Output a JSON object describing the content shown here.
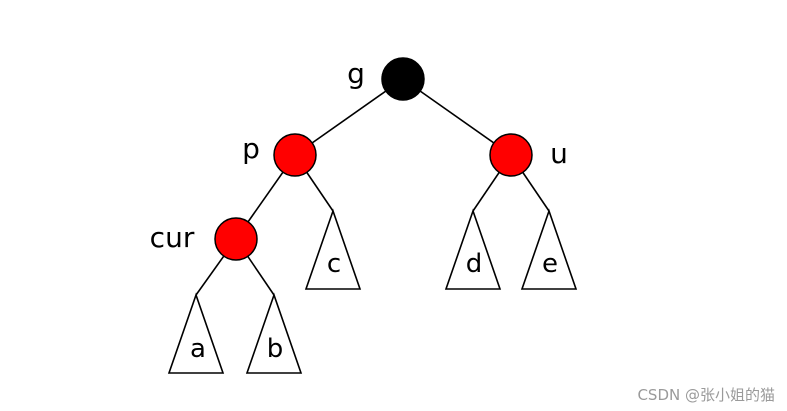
{
  "diagram": {
    "nodes": {
      "g": {
        "label": "g",
        "color": "#000000"
      },
      "p": {
        "label": "p",
        "color": "#ff0000"
      },
      "u": {
        "label": "u",
        "color": "#ff0000"
      },
      "cur": {
        "label": "cur",
        "color": "#ff0000"
      }
    },
    "subtrees": {
      "a": "a",
      "b": "b",
      "c": "c",
      "d": "d",
      "e": "e"
    },
    "node_outline_color": "#000000",
    "edge_color": "#000000"
  },
  "watermark": "CSDN @张小姐的猫"
}
